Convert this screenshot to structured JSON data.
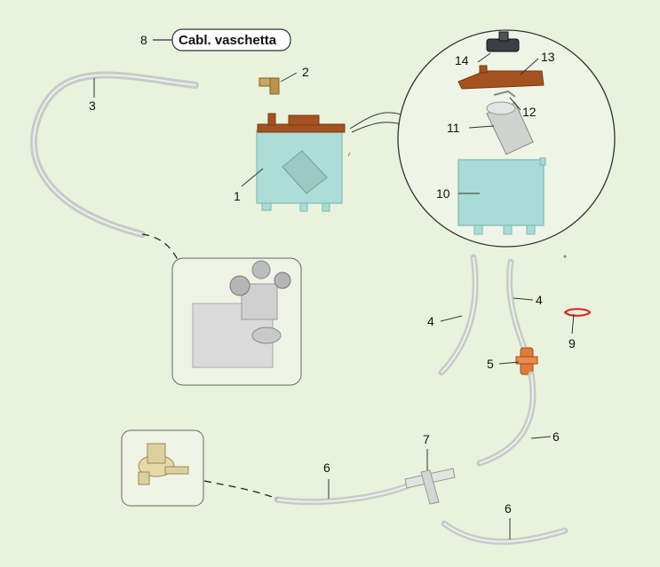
{
  "label_box": {
    "number": "8",
    "text": "Cabl. vaschetta"
  },
  "callouts": [
    {
      "id": "p1",
      "text": "1"
    },
    {
      "id": "p2",
      "text": "2"
    },
    {
      "id": "p3",
      "text": "3"
    },
    {
      "id": "p4a",
      "text": "4"
    },
    {
      "id": "p4b",
      "text": "4"
    },
    {
      "id": "p5",
      "text": "5"
    },
    {
      "id": "p6a",
      "text": "6"
    },
    {
      "id": "p6b",
      "text": "6"
    },
    {
      "id": "p6c",
      "text": "6"
    },
    {
      "id": "p7",
      "text": "7"
    },
    {
      "id": "p9",
      "text": "9"
    },
    {
      "id": "p10",
      "text": "10"
    },
    {
      "id": "p11",
      "text": "11"
    },
    {
      "id": "p12",
      "text": "12"
    },
    {
      "id": "p13",
      "text": "13"
    },
    {
      "id": "p14",
      "text": "14"
    }
  ],
  "colors": {
    "background": "#e9f2dc",
    "tank": "#a9dcd6",
    "lid": "#a4521f",
    "tube": "#d0d4d0",
    "callout_line": "#333333"
  }
}
